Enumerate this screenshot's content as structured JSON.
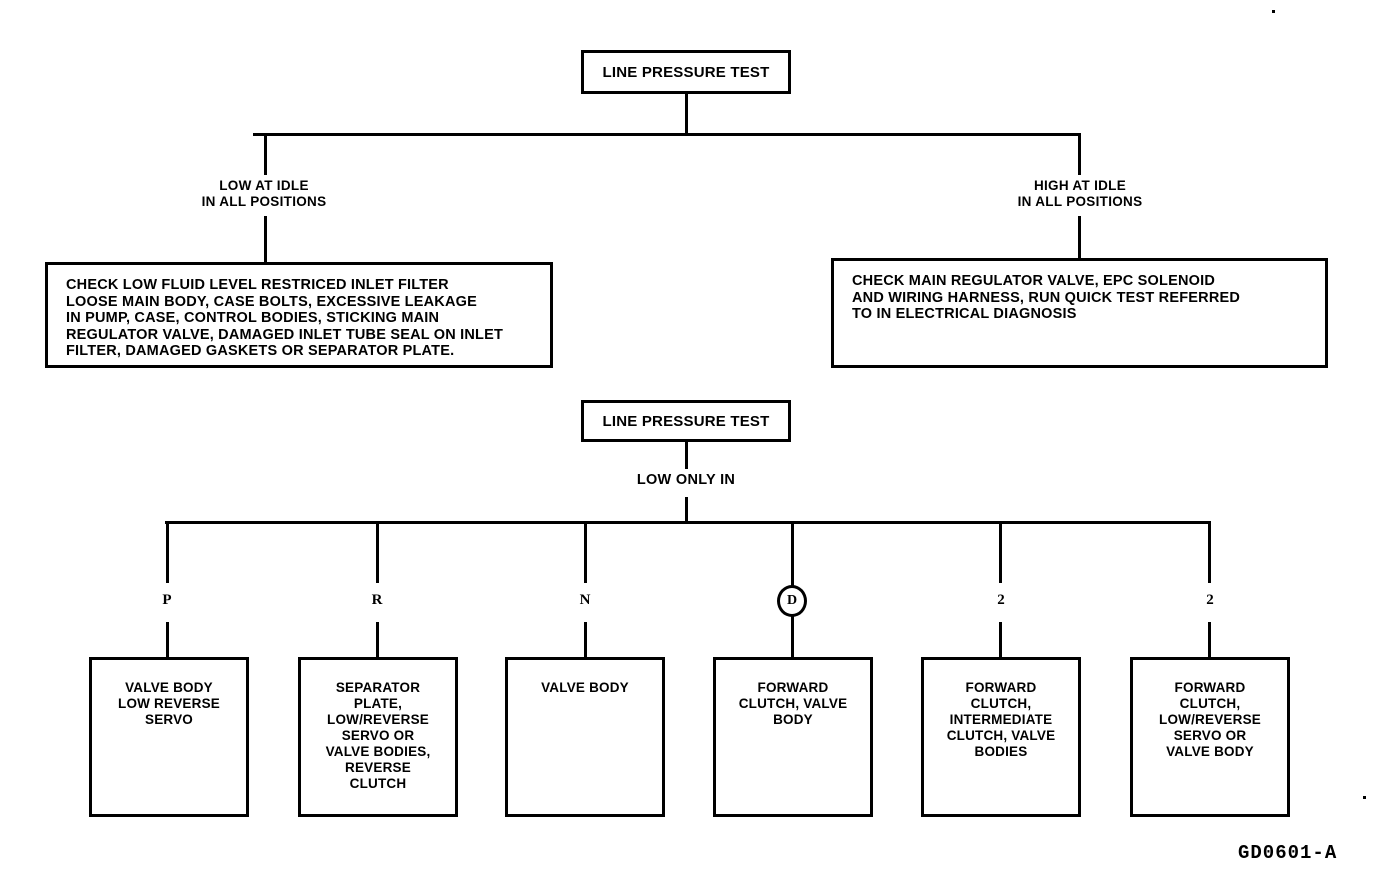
{
  "figure": {
    "caption": "GD0601-A"
  },
  "top_chart": {
    "root": {
      "label": "LINE PRESSURE TEST"
    },
    "branches": [
      {
        "condition": "LOW AT IDLE\nIN ALL POSITIONS",
        "action": "CHECK LOW FLUID LEVEL RESTRICED INLET FILTER\nLOOSE MAIN BODY, CASE BOLTS, EXCESSIVE LEAKAGE\nIN PUMP, CASE, CONTROL BODIES, STICKING MAIN\nREGULATOR VALVE, DAMAGED INLET TUBE SEAL ON INLET\nFILTER, DAMAGED GASKETS OR SEPARATOR PLATE."
      },
      {
        "condition": "HIGH AT IDLE\nIN ALL POSITIONS",
        "action": "CHECK MAIN REGULATOR VALVE, EPC SOLENOID\nAND WIRING HARNESS, RUN QUICK TEST REFERRED\nTO IN ELECTRICAL DIAGNOSIS"
      }
    ]
  },
  "bottom_chart": {
    "root": {
      "label": "LINE PRESSURE TEST"
    },
    "subtitle": "LOW ONLY IN",
    "positions": [
      {
        "gear": "P",
        "circled": false,
        "components": "VALVE BODY\nLOW REVERSE\nSERVO"
      },
      {
        "gear": "R",
        "circled": false,
        "components": "SEPARATOR\nPLATE,\nLOW/REVERSE\nSERVO OR\nVALVE BODIES,\nREVERSE\nCLUTCH"
      },
      {
        "gear": "N",
        "circled": false,
        "components": "VALVE BODY"
      },
      {
        "gear": "D",
        "circled": true,
        "components": "FORWARD\nCLUTCH, VALVE\nBODY"
      },
      {
        "gear": "2",
        "circled": false,
        "components": "FORWARD\nCLUTCH,\nINTERMEDIATE\nCLUTCH, VALVE\nBODIES"
      },
      {
        "gear": "2",
        "circled": false,
        "components": "FORWARD\nCLUTCH,\nLOW/REVERSE\nSERVO OR\nVALVE BODY"
      }
    ]
  },
  "colors": {
    "ink": "#000000",
    "paper": "#ffffff"
  }
}
